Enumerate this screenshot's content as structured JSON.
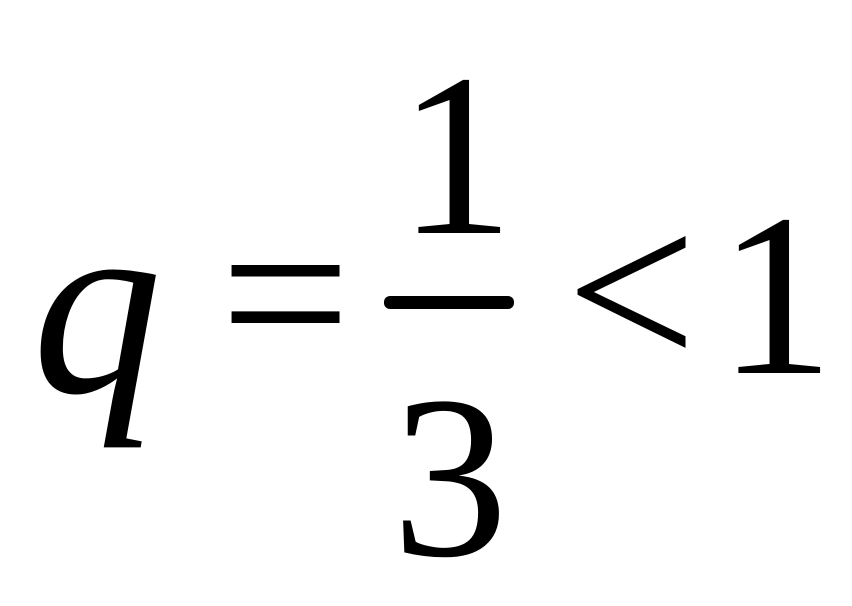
{
  "formula": {
    "variable": "q",
    "relation": "=",
    "fraction": {
      "numerator": "1",
      "denominator": "3"
    },
    "comparison": "<",
    "rhs": "1"
  }
}
